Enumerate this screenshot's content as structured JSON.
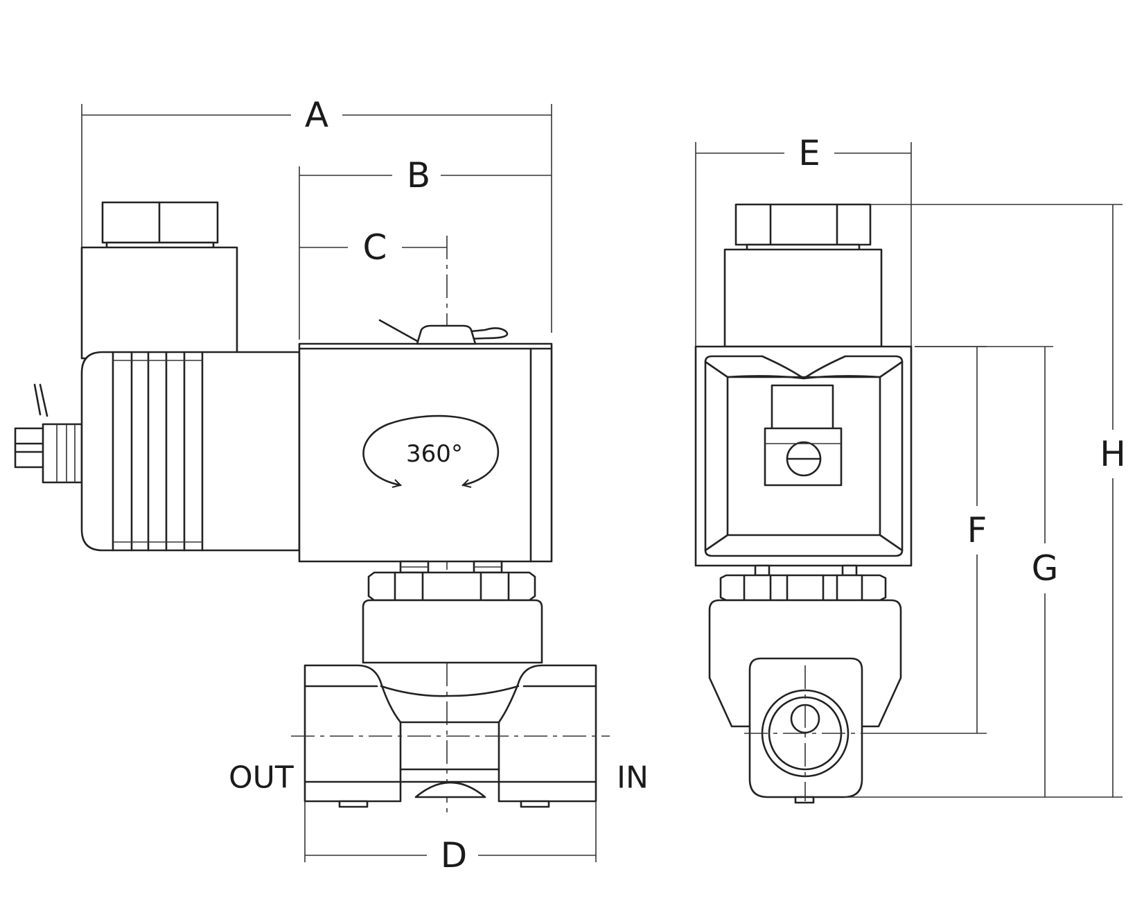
{
  "dimensions": {
    "a": "A",
    "b": "B",
    "c": "C",
    "d": "D",
    "e": "E",
    "f": "F",
    "g": "G",
    "h": "H"
  },
  "ports": {
    "outlet": "OUT",
    "inlet": "IN"
  },
  "rotation_note": "360°",
  "colors": {
    "line": "#222222",
    "background": "#ffffff"
  }
}
